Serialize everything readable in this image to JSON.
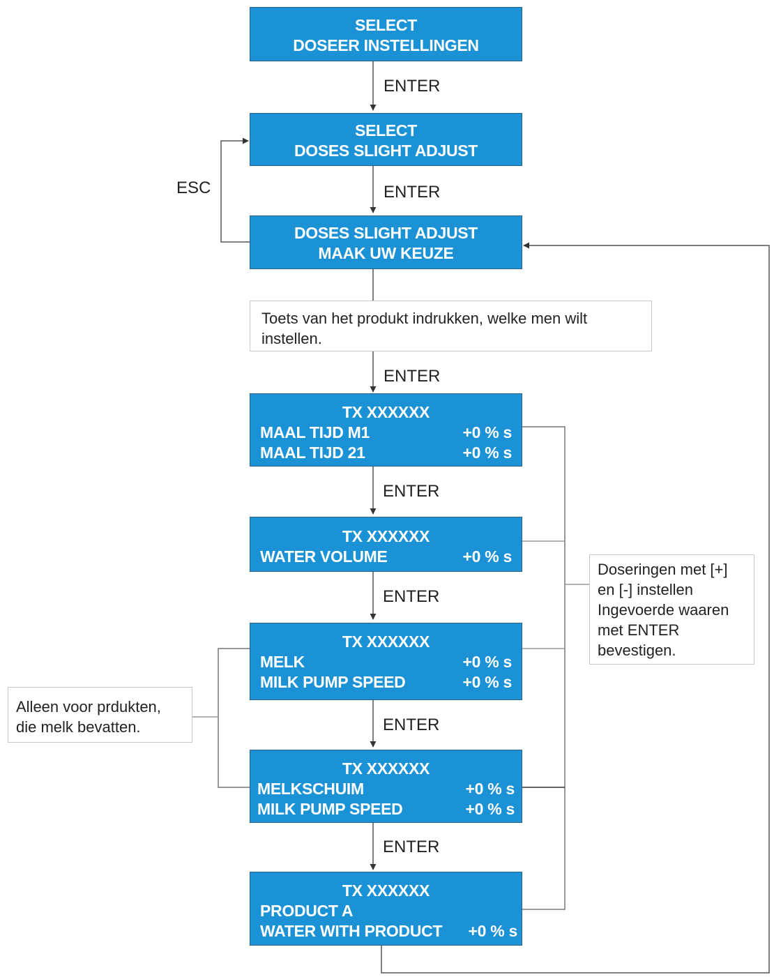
{
  "colors": {
    "box_fill": "#1b92d6",
    "box_border": "#2a5f86",
    "box_text": "#ffffff",
    "line": "#555555"
  },
  "boxes": {
    "b1": {
      "line1": "SELECT",
      "line2": "DOSEER INSTELLINGEN"
    },
    "b2": {
      "line1": "SELECT",
      "line2": "DOSES SLIGHT ADJUST"
    },
    "b3": {
      "line1": "DOSES SLIGHT ADJUST",
      "line2": "MAAK UW KEUZE"
    },
    "b4": {
      "title": "TX XXXXXX",
      "rows": [
        {
          "label": "MAAL TIJD M1",
          "value": "+0 % s"
        },
        {
          "label": "MAAL TIJD 21",
          "value": "+0 % s"
        }
      ]
    },
    "b5": {
      "title": "TX XXXXXX",
      "rows": [
        {
          "label": "WATER VOLUME",
          "value": "+0 % s"
        }
      ]
    },
    "b6": {
      "title": "TX XXXXXX",
      "rows": [
        {
          "label": "MELK",
          "value": "+0 % s"
        },
        {
          "label": "MILK PUMP SPEED",
          "value": "+0 % s"
        }
      ]
    },
    "b7": {
      "title": "TX XXXXXX",
      "rows": [
        {
          "label": "MELKSCHUIM",
          "value": "+0 % s"
        },
        {
          "label": "MILK PUMP SPEED",
          "value": "+0 % s"
        }
      ]
    },
    "b8": {
      "title": "TX XXXXXX",
      "rows": [
        {
          "label": "PRODUCT A",
          "value": ""
        },
        {
          "label": "WATER WITH PRODUCT",
          "value": "+0 % s"
        }
      ]
    }
  },
  "labels": {
    "enter": "ENTER",
    "esc": "ESC"
  },
  "notes": {
    "press_key": {
      "line1": "Toets van het produkt indrukken, welke men wilt",
      "line2": "instellen."
    },
    "dosages": {
      "line1": "Doseringen met [+]",
      "line2": "en [-] instellen",
      "line3": "Ingevoerde waaren",
      "line4": "met ENTER",
      "line5": "bevestigen."
    },
    "milk_only": {
      "line1": "Alleen voor prdukten,",
      "line2": "die melk bevatten."
    }
  }
}
